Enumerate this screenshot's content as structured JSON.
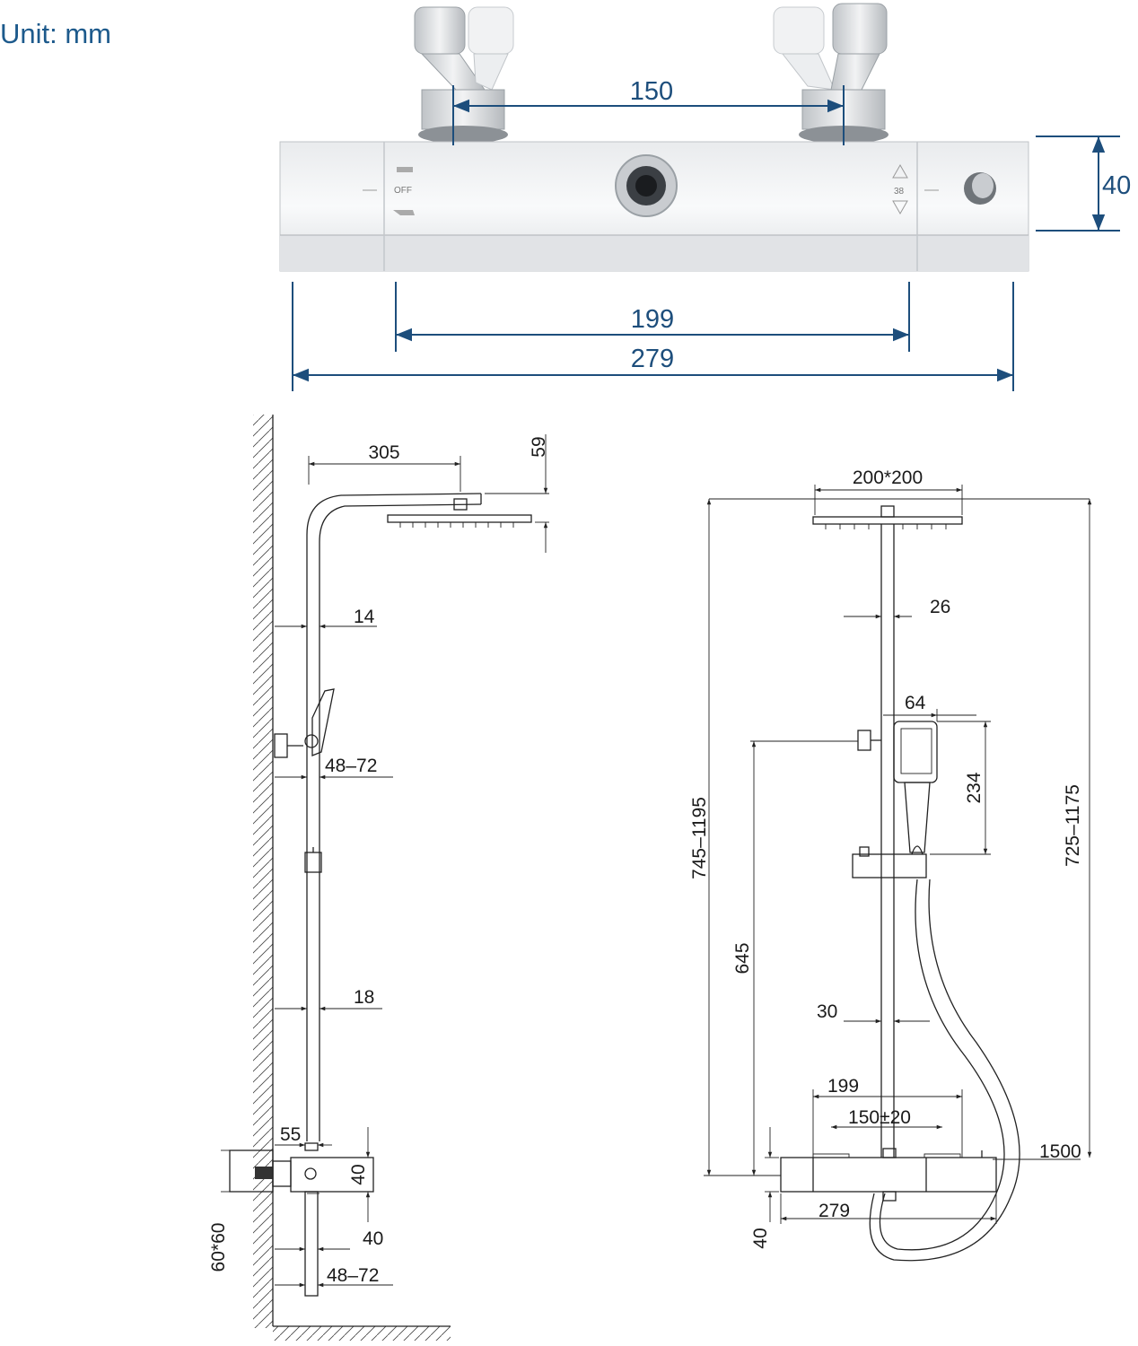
{
  "unit_label": "Unit: mm",
  "top_view": {
    "mixer_labels": {
      "off": "OFF",
      "temp": "38"
    },
    "dim_inlet_spacing": "150",
    "dim_height": "40",
    "dim_inner": "199",
    "dim_overall": "279"
  },
  "side_view": {
    "dim_head_reach": "305",
    "dim_head_thickness": "59",
    "dim_rail_offset": "14",
    "dim_bracket": "48–72",
    "dim_pipe_offset": "18",
    "dim_mixer_depth": "55",
    "dim_mixer_height": "40",
    "dim_plate": "60*60",
    "dim_spout": "40",
    "dim_outlet": "48–72"
  },
  "front_view": {
    "dim_head_size": "200*200",
    "dim_pipe_dia": "26",
    "dim_handset_width": "64",
    "dim_handset_length": "234",
    "dim_total_height": "745–1195",
    "dim_rail_height": "725–1175",
    "dim_holder_height": "645",
    "dim_lower_pipe": "30",
    "dim_mixer_inner": "199",
    "dim_inlets": "150±20",
    "dim_hose": "1500",
    "dim_mixer_width": "279",
    "dim_mixer_height": "40"
  },
  "colors": {
    "dimension": "#1d4e7c",
    "drawing": "#222222",
    "chrome": "#d9dcdf"
  }
}
